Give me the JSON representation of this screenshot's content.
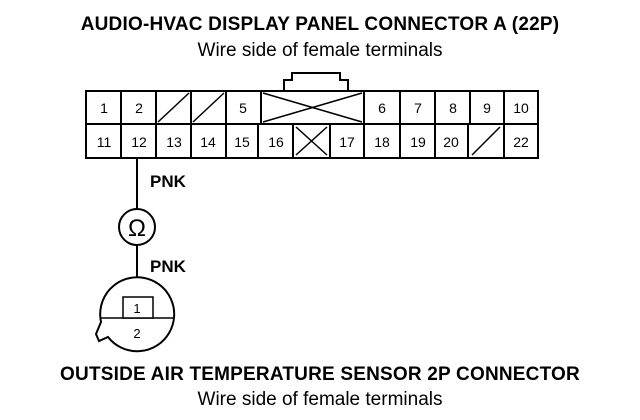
{
  "connector_a": {
    "title": "AUDIO-HVAC DISPLAY PANEL CONNECTOR A (22P)",
    "subtitle": "Wire side of female terminals",
    "top_row": [
      {
        "label": "1",
        "state": "pin"
      },
      {
        "label": "2",
        "state": "pin"
      },
      {
        "label": "",
        "state": "empty-slash"
      },
      {
        "label": "",
        "state": "empty-slash"
      },
      {
        "label": "5",
        "state": "pin"
      },
      {
        "label": "",
        "state": "cavity-x"
      },
      {
        "label": "6",
        "state": "pin"
      },
      {
        "label": "7",
        "state": "pin"
      },
      {
        "label": "8",
        "state": "pin"
      },
      {
        "label": "9",
        "state": "pin"
      },
      {
        "label": "10",
        "state": "pin"
      }
    ],
    "bottom_row": [
      {
        "label": "11",
        "state": "pin"
      },
      {
        "label": "12",
        "state": "pin"
      },
      {
        "label": "13",
        "state": "pin"
      },
      {
        "label": "14",
        "state": "pin"
      },
      {
        "label": "15",
        "state": "pin"
      },
      {
        "label": "16",
        "state": "pin"
      },
      {
        "label": "",
        "state": "empty-x"
      },
      {
        "label": "17",
        "state": "pin"
      },
      {
        "label": "18",
        "state": "pin"
      },
      {
        "label": "19",
        "state": "pin"
      },
      {
        "label": "20",
        "state": "pin"
      },
      {
        "label": "",
        "state": "empty-slash"
      },
      {
        "label": "22",
        "state": "pin"
      }
    ]
  },
  "wire_upper_color": "PNK",
  "ohmmeter_symbol": "Ω",
  "wire_lower_color": "PNK",
  "sensor_connector": {
    "pins": [
      "1",
      "2"
    ],
    "title": "OUTSIDE AIR TEMPERATURE SENSOR 2P CONNECTOR",
    "subtitle": "Wire side of female terminals"
  }
}
